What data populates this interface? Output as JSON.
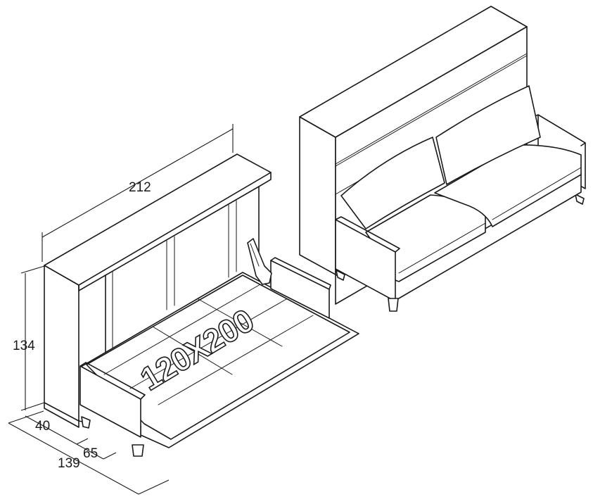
{
  "dimensions": {
    "width_total": "212",
    "height": "134",
    "depth_cabinet": "40",
    "depth_bed_extension": "65",
    "depth_open": "139"
  },
  "mattress_label": "120X200"
}
